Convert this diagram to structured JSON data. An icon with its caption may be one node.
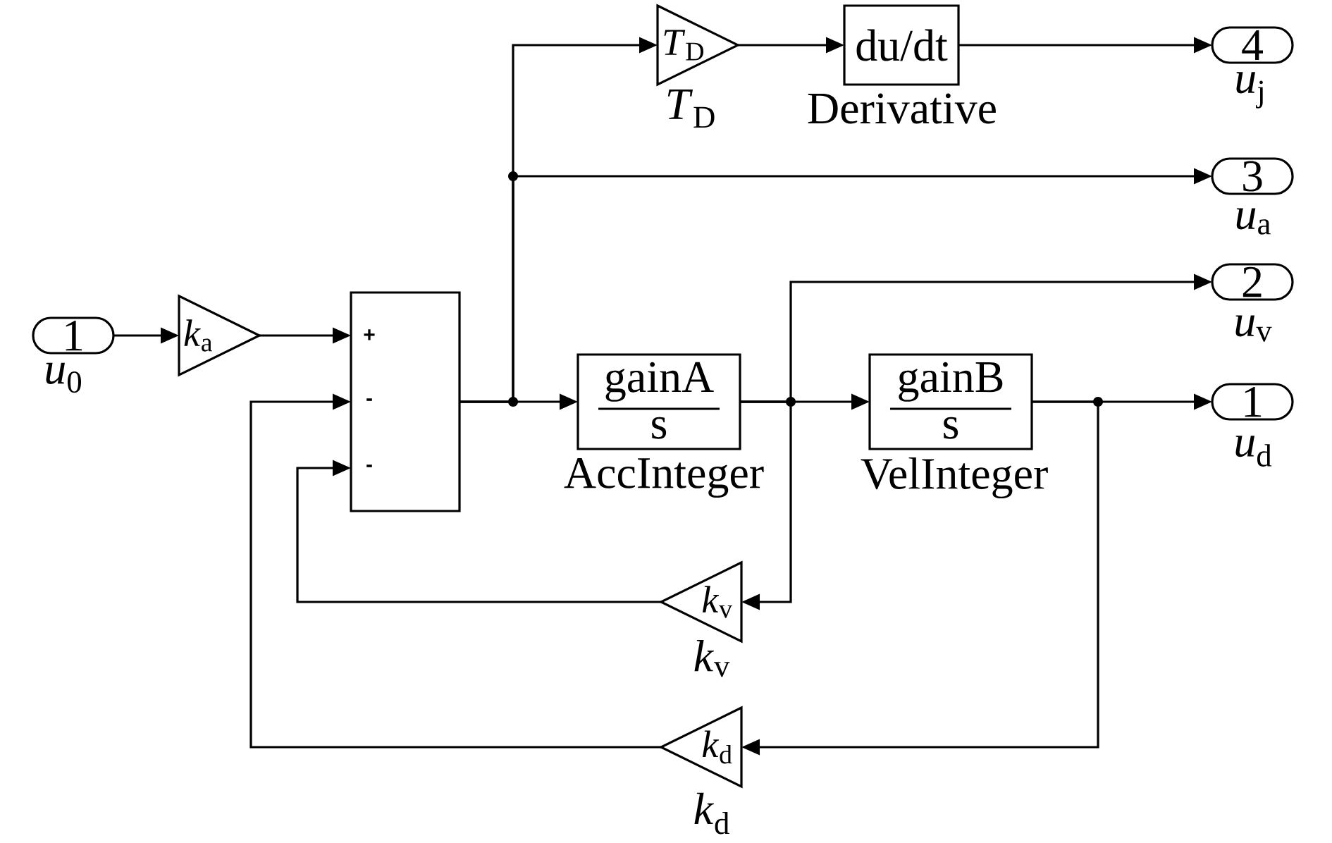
{
  "diagram": {
    "nodes": [
      {
        "text": [
          "1"
        ],
        "beside": [
          "*u*$_{0}$"
        ]
      },
      {
        "text": [
          "*k*$_{a}$"
        ]
      },
      {
        "text": [
          "+",
          "-",
          "-"
        ]
      },
      {
        "text": [
          "*T*$_{D}$"
        ],
        "beside": [
          "*T*$_{D}$"
        ]
      },
      {
        "text": [
          "du/dt"
        ],
        "beside": [
          "Derivative"
        ]
      },
      {
        "text": [
          "4"
        ],
        "beside": [
          "*u*$_{j}$"
        ]
      },
      {
        "text": [
          "3"
        ],
        "beside": [
          "*u*$_{a}$"
        ]
      },
      {
        "text": [
          "gainA",
          "s"
        ],
        "beside": [
          "AccInteger"
        ]
      },
      {
        "text": [
          "2"
        ],
        "beside": [
          "*u*$_{v}$"
        ]
      },
      {
        "text": [
          "gainB",
          "s"
        ],
        "beside": [
          "VelInteger"
        ]
      },
      {
        "text": [
          "1"
        ],
        "beside": [
          "*u*$_{d}$"
        ]
      },
      {
        "text": [
          "*k*$_{v}$"
        ],
        "beside": [
          "*k*$_{v}$"
        ]
      },
      {
        "text": [
          "*k*$_{d}$"
        ],
        "beside": [
          "*k*$_{d}$"
        ]
      }
    ],
    "edges": [
      {
        "from": 0,
        "to": 1,
        "arrow": "to"
      },
      {
        "from": 1,
        "to": 2,
        "arrow": "to"
      },
      {
        "from": 2,
        "to": 3,
        "arrow": "to"
      },
      {
        "from": 2,
        "to": 6,
        "arrow": "to"
      },
      {
        "from": 2,
        "to": 7,
        "arrow": "to"
      },
      {
        "from": 3,
        "to": 4,
        "arrow": "to"
      },
      {
        "from": 4,
        "to": 5,
        "arrow": "to"
      },
      {
        "from": 7,
        "to": 8,
        "arrow": "to"
      },
      {
        "from": 7,
        "to": 9,
        "arrow": "to"
      },
      {
        "from": 7,
        "to": 11,
        "arrow": "to"
      },
      {
        "from": 9,
        "to": 10,
        "arrow": "to"
      },
      {
        "from": 9,
        "to": 12,
        "arrow": "to"
      },
      {
        "from": 11,
        "to": 2,
        "arrow": "to"
      },
      {
        "from": 12,
        "to": 2,
        "arrow": "to"
      }
    ]
  }
}
